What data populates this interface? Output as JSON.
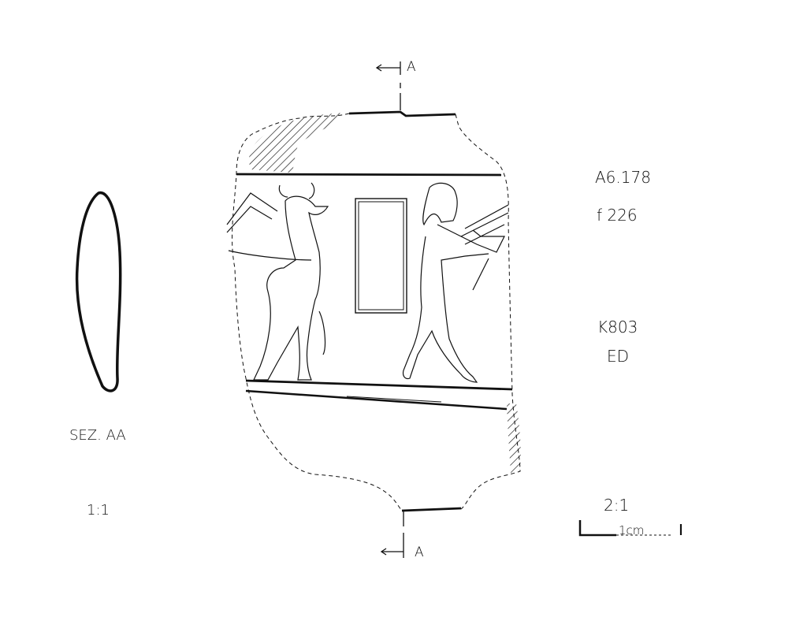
{
  "section_marker_top": "A",
  "section_marker_bottom": "A",
  "inventory_number": "A6.178",
  "folio": "f 226",
  "context_code": "K803",
  "context_sub": "ED",
  "section_label": "SEZ. AA",
  "section_scale": "1:1",
  "drawing_scale": "2:1",
  "scale_bar_label": "1cm",
  "colors": {
    "ink": "#111111",
    "paper": "#ffffff"
  }
}
